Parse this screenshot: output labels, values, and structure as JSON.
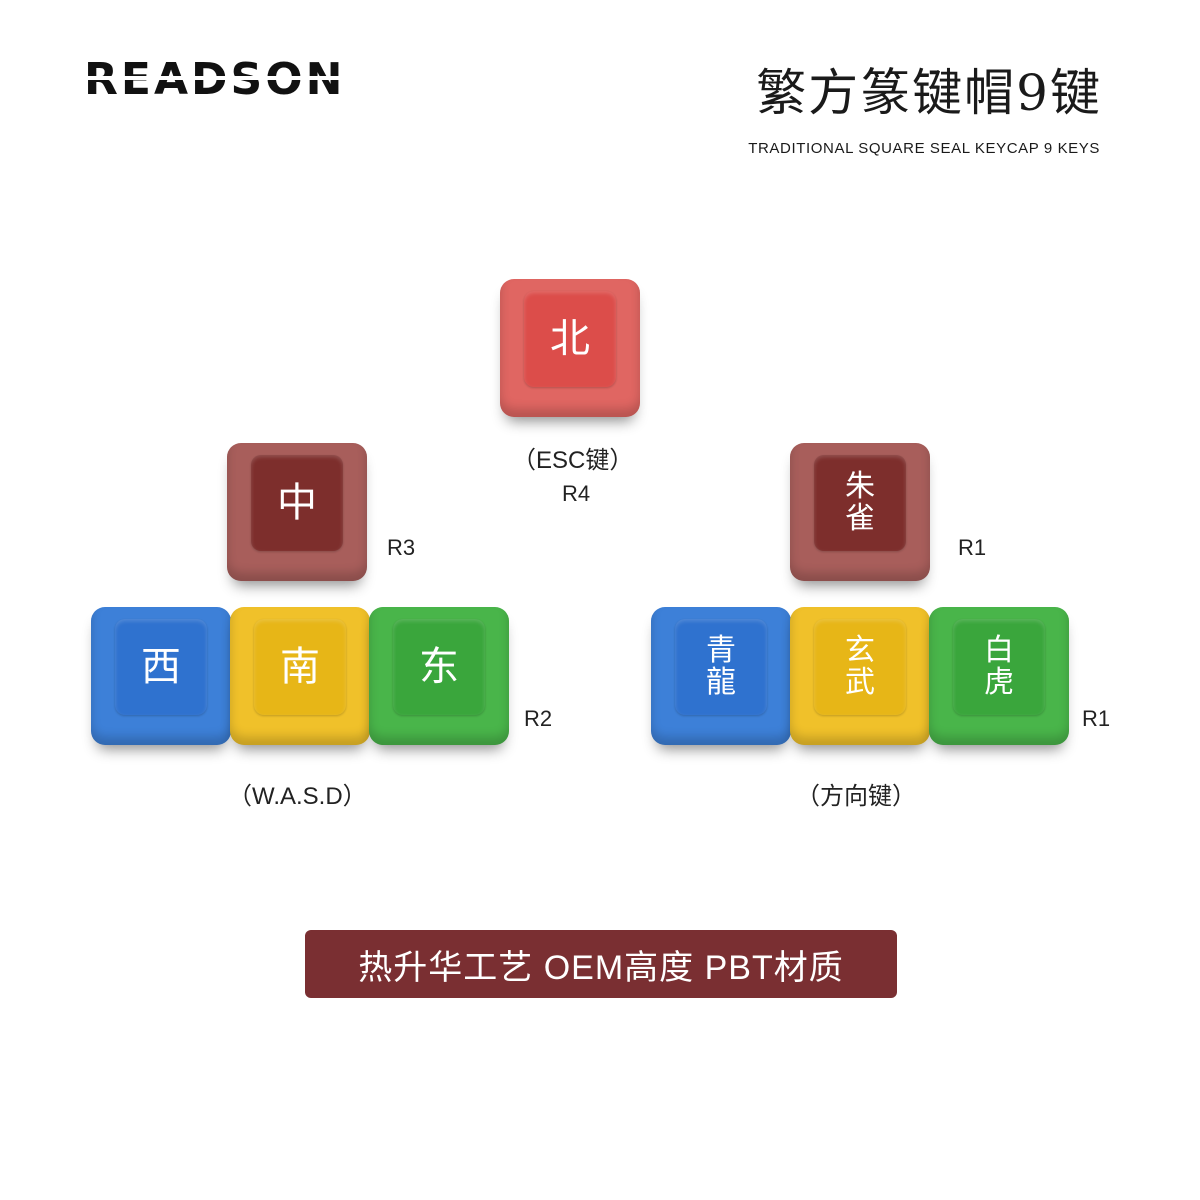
{
  "brand": {
    "logo_text": "READSON"
  },
  "title": {
    "cn": "繁方篆键帽9键",
    "en": "TRADITIONAL SQUARE SEAL KEYCAP 9 KEYS"
  },
  "groups": {
    "esc": {
      "label": "（ESC键）",
      "row": "R4",
      "keys": [
        {
          "glyph": "北",
          "color_side": "#e06662",
          "color_top": "#dc4d4a"
        }
      ]
    },
    "wasd": {
      "label": "（W.A.S.D）",
      "row_top": "R3",
      "row_bottom": "R2",
      "keys": [
        {
          "glyph": "中",
          "color_side": "#a85e5b",
          "color_top": "#7d2e2c"
        },
        {
          "glyph": "西",
          "color_side": "#3d80d8",
          "color_top": "#2f72cf"
        },
        {
          "glyph": "南",
          "color_side": "#f0c12a",
          "color_top": "#e7b617"
        },
        {
          "glyph": "东",
          "color_side": "#49b54a",
          "color_top": "#3aa63c"
        }
      ]
    },
    "arrows": {
      "label": "（方向键）",
      "row_top": "R1",
      "row_bottom": "R1",
      "keys": [
        {
          "glyph": "朱雀",
          "color_side": "#a85e5b",
          "color_top": "#7d2e2c"
        },
        {
          "glyph": "青龍",
          "color_side": "#3d80d8",
          "color_top": "#2f72cf"
        },
        {
          "glyph": "玄武",
          "color_side": "#f0c12a",
          "color_top": "#e7b617"
        },
        {
          "glyph": "白虎",
          "color_side": "#49b54a",
          "color_top": "#3aa63c"
        }
      ]
    }
  },
  "banner": {
    "text": "热升华工艺 OEM高度 PBT材质",
    "color": "#7a2f32"
  }
}
